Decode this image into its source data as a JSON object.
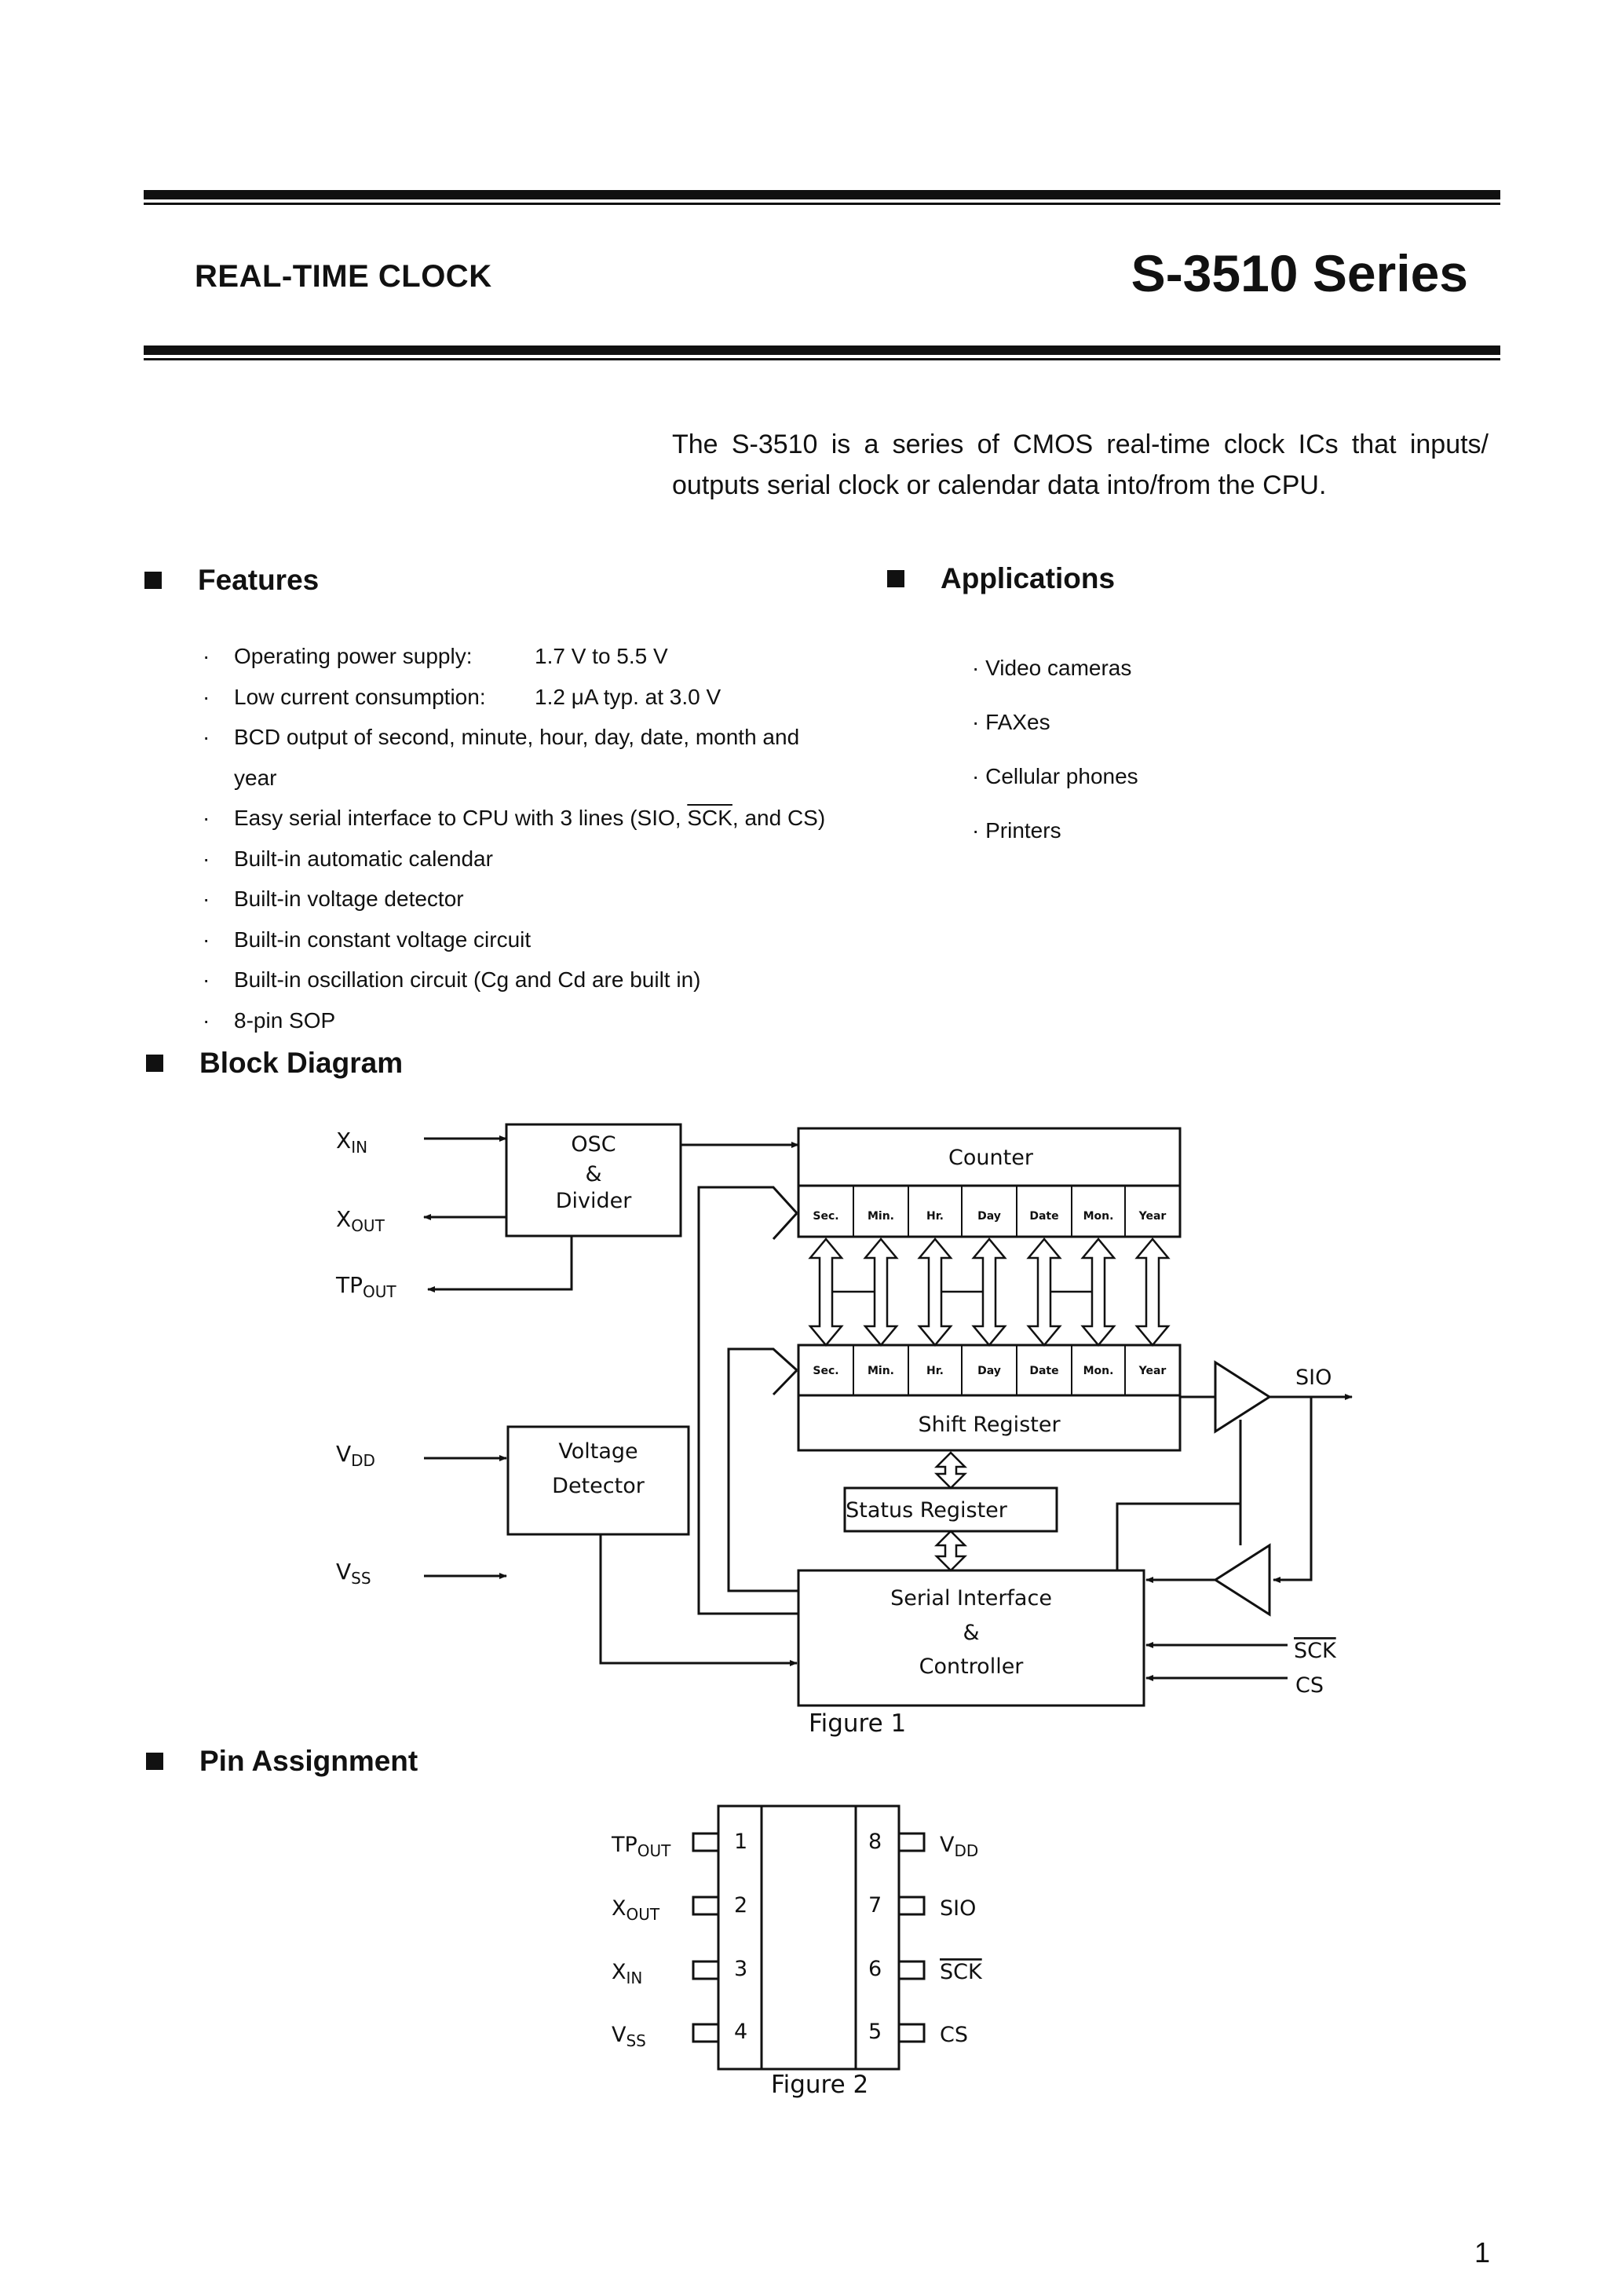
{
  "header": {
    "category": "REAL-TIME CLOCK",
    "series_title": "S-3510 Series"
  },
  "intro": "The S-3510 is a series of CMOS real-time clock ICs that inputs/ outputs serial clock or calendar data into/from the CPU.",
  "features": {
    "heading": "Features",
    "items": [
      {
        "label": "Operating power supply:",
        "value": "1.7 V to 5.5 V"
      },
      {
        "label": "Low current consumption:",
        "value": "1.2 μA typ. at  3.0 V"
      },
      {
        "text": "BCD output of second, minute, hour, day, date, month and",
        "cont": "year"
      },
      {
        "text": "Easy serial interface to CPU with 3 lines (SIO, ",
        "sck": "SCK",
        "after": ", and CS)"
      },
      {
        "text": "Built-in automatic calendar"
      },
      {
        "text": "Built-in voltage detector"
      },
      {
        "text": "Built-in constant voltage circuit"
      },
      {
        "text": "Built-in oscillation circuit (Cg and Cd are built in)"
      },
      {
        "text": "8-pin SOP"
      }
    ]
  },
  "applications": {
    "heading": "Applications",
    "items": [
      "· Video cameras",
      "· FAXes",
      "· Cellular phones",
      "· Printers"
    ]
  },
  "block_diagram": {
    "heading": "Block Diagram",
    "inputs": {
      "xin": {
        "main": "X",
        "sub": "IN"
      },
      "xout": {
        "main": "X",
        "sub": "OUT"
      },
      "tpout": {
        "main": "TP",
        "sub": "OUT"
      },
      "vdd": {
        "main": "V",
        "sub": "DD"
      },
      "vss": {
        "main": "V",
        "sub": "SS"
      }
    },
    "osc": [
      "OSC",
      "&",
      "Divider"
    ],
    "voltage_detector": [
      "Voltage",
      "Detector"
    ],
    "counter": "Counter",
    "registers": [
      "Sec.",
      "Min.",
      "Hr.",
      "Day",
      "Date",
      "Mon.",
      "Year"
    ],
    "shift_register": "Shift Register",
    "status_register": "Status Register",
    "serial_interface": [
      "Serial Interface",
      "&",
      "Controller"
    ],
    "sio": "SIO",
    "sck": "SCK",
    "cs": "CS",
    "caption": "Figure 1"
  },
  "pin_assignment": {
    "heading": "Pin Assignment",
    "left_pins": [
      {
        "num": "1",
        "main": "TP",
        "sub": "OUT"
      },
      {
        "num": "2",
        "main": "X",
        "sub": "OUT"
      },
      {
        "num": "3",
        "main": "X",
        "sub": "IN"
      },
      {
        "num": "4",
        "main": "V",
        "sub": "SS"
      }
    ],
    "right_pins": [
      {
        "num": "8",
        "main": "V",
        "sub": "DD"
      },
      {
        "num": "7",
        "main": "SIO",
        "sub": ""
      },
      {
        "num": "6",
        "main": "SCK",
        "sub": "",
        "overline": true
      },
      {
        "num": "5",
        "main": "CS",
        "sub": ""
      }
    ],
    "caption": "Figure 2"
  },
  "page_number": "1"
}
